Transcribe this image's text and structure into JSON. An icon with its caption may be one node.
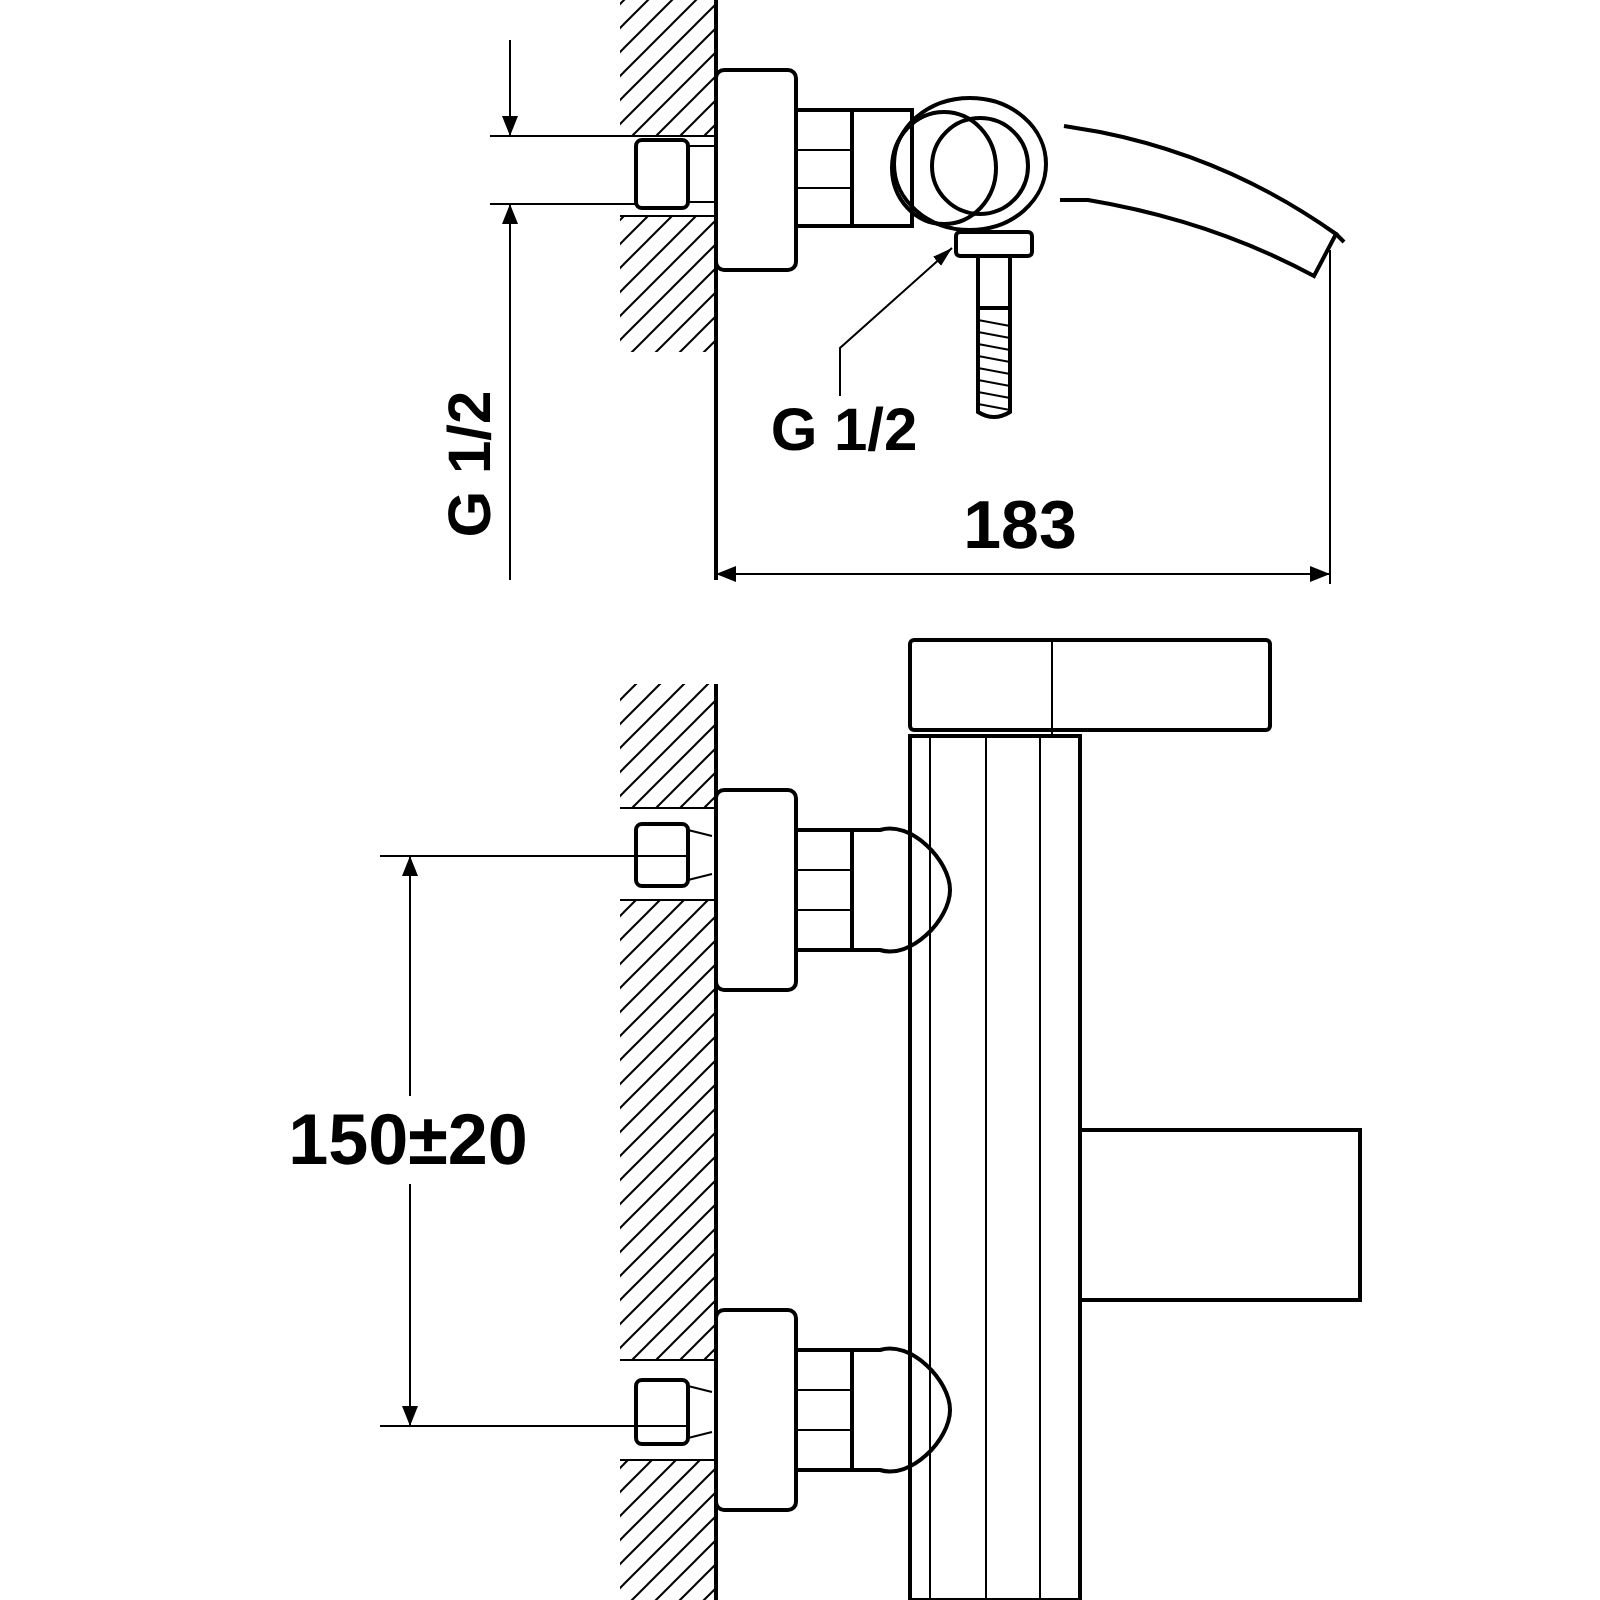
{
  "diagram": {
    "nodes": [
      {
        "text": [
          "G 1/2"
        ]
      },
      {
        "text": [],
        "shape": "picture"
      }
    ],
    "edges": [
      {
        "from": 0,
        "to": 1,
        "arrow": "to"
      }
    ],
    "labels": [
      "G 1/2",
      "183",
      "150±20"
    ]
  }
}
